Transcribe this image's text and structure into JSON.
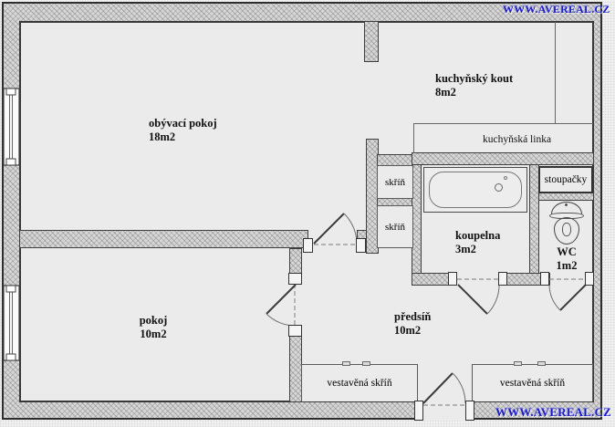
{
  "title": "apartment floor plan",
  "rooms": {
    "living": {
      "name": "obývací pokoj",
      "area": "18m2"
    },
    "kitchen": {
      "name": "kuchyňský kout",
      "area": "8m2"
    },
    "bedroom": {
      "name": "pokoj",
      "area": "10m2"
    },
    "hall": {
      "name": "předsíň",
      "area": "10m2"
    },
    "bathroom": {
      "name": "koupelna",
      "area": "3m2"
    },
    "wc": {
      "name": "WC",
      "area": "1m2"
    }
  },
  "fixtures": {
    "kitchen_counter": "kuchyňská linka",
    "risers": "stoupačky",
    "closet_top": "skříň",
    "closet_bottom": "skříň",
    "built_in_closet_left": "vestavěná skříň",
    "built_in_closet_right": "vestavěná skříň"
  },
  "watermarks": {
    "top_right": "WWW.AVEREAL.CZ",
    "bottom_right": "WWW.AVEREAL.CZ"
  },
  "colors": {
    "floor": "#ebebeb",
    "wall": "#d7d7d7",
    "outline": "#383838",
    "watermark_blue": "#1c1cc4"
  }
}
